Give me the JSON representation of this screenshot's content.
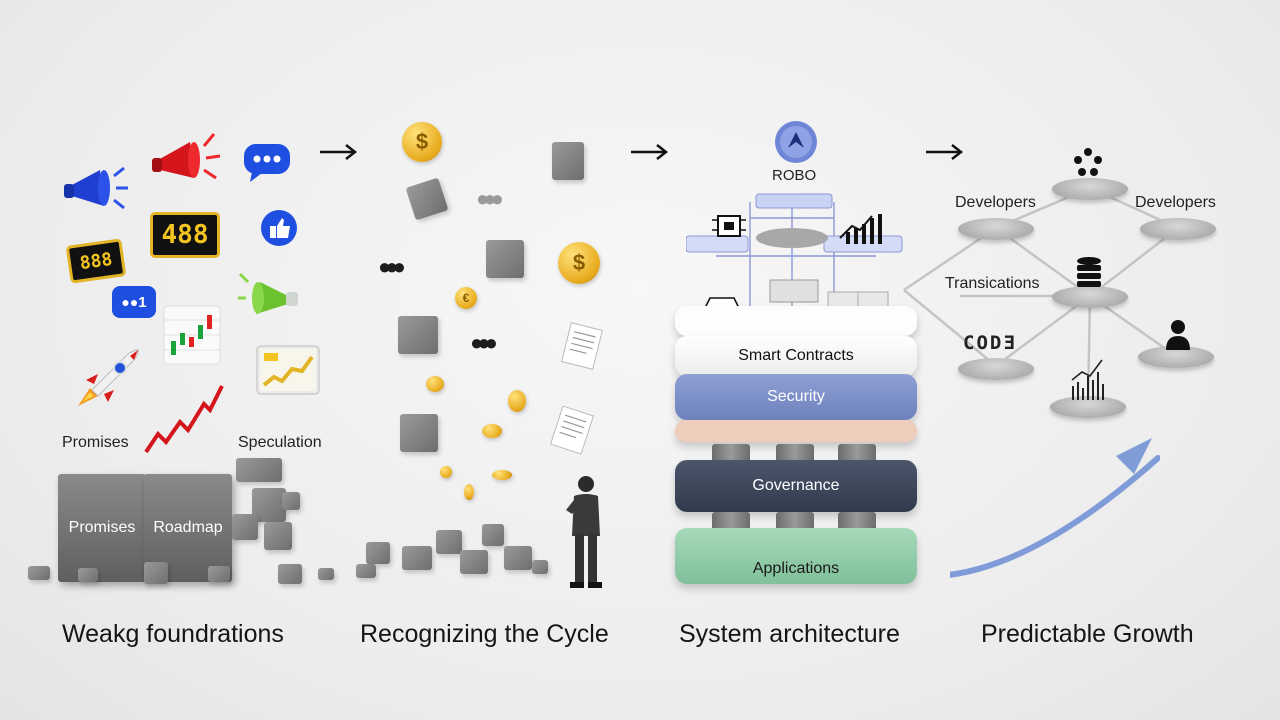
{
  "steps": [
    {
      "caption": "Weakg foundrations"
    },
    {
      "caption": "Recognizing the Cycle"
    },
    {
      "caption": "System architecture"
    },
    {
      "caption": "Predictable Growth"
    }
  ],
  "step1": {
    "label_left": "Promises",
    "label_right": "Speculation",
    "block_left": "Promises",
    "block_right": "Roadmap",
    "display_big": "488",
    "display_small": "888",
    "badge_count": "1"
  },
  "step2": {
    "coin_symbol": "$",
    "small_coin_symbol": "€"
  },
  "step3": {
    "brand": "ROBO",
    "layers": [
      "Smart Contracts",
      "Security",
      "Governance",
      "Applications"
    ]
  },
  "step4": {
    "developers_left": "Developers",
    "developers_right": "Developers",
    "transactions": "Transications",
    "code": "CODƎ"
  },
  "colors": {
    "security": "#7b8fc4",
    "governance": "#3f4a5e",
    "applications": "#8fcaa6",
    "peach": "#eecdbd",
    "growth_arrow": "#7f9bd8"
  }
}
